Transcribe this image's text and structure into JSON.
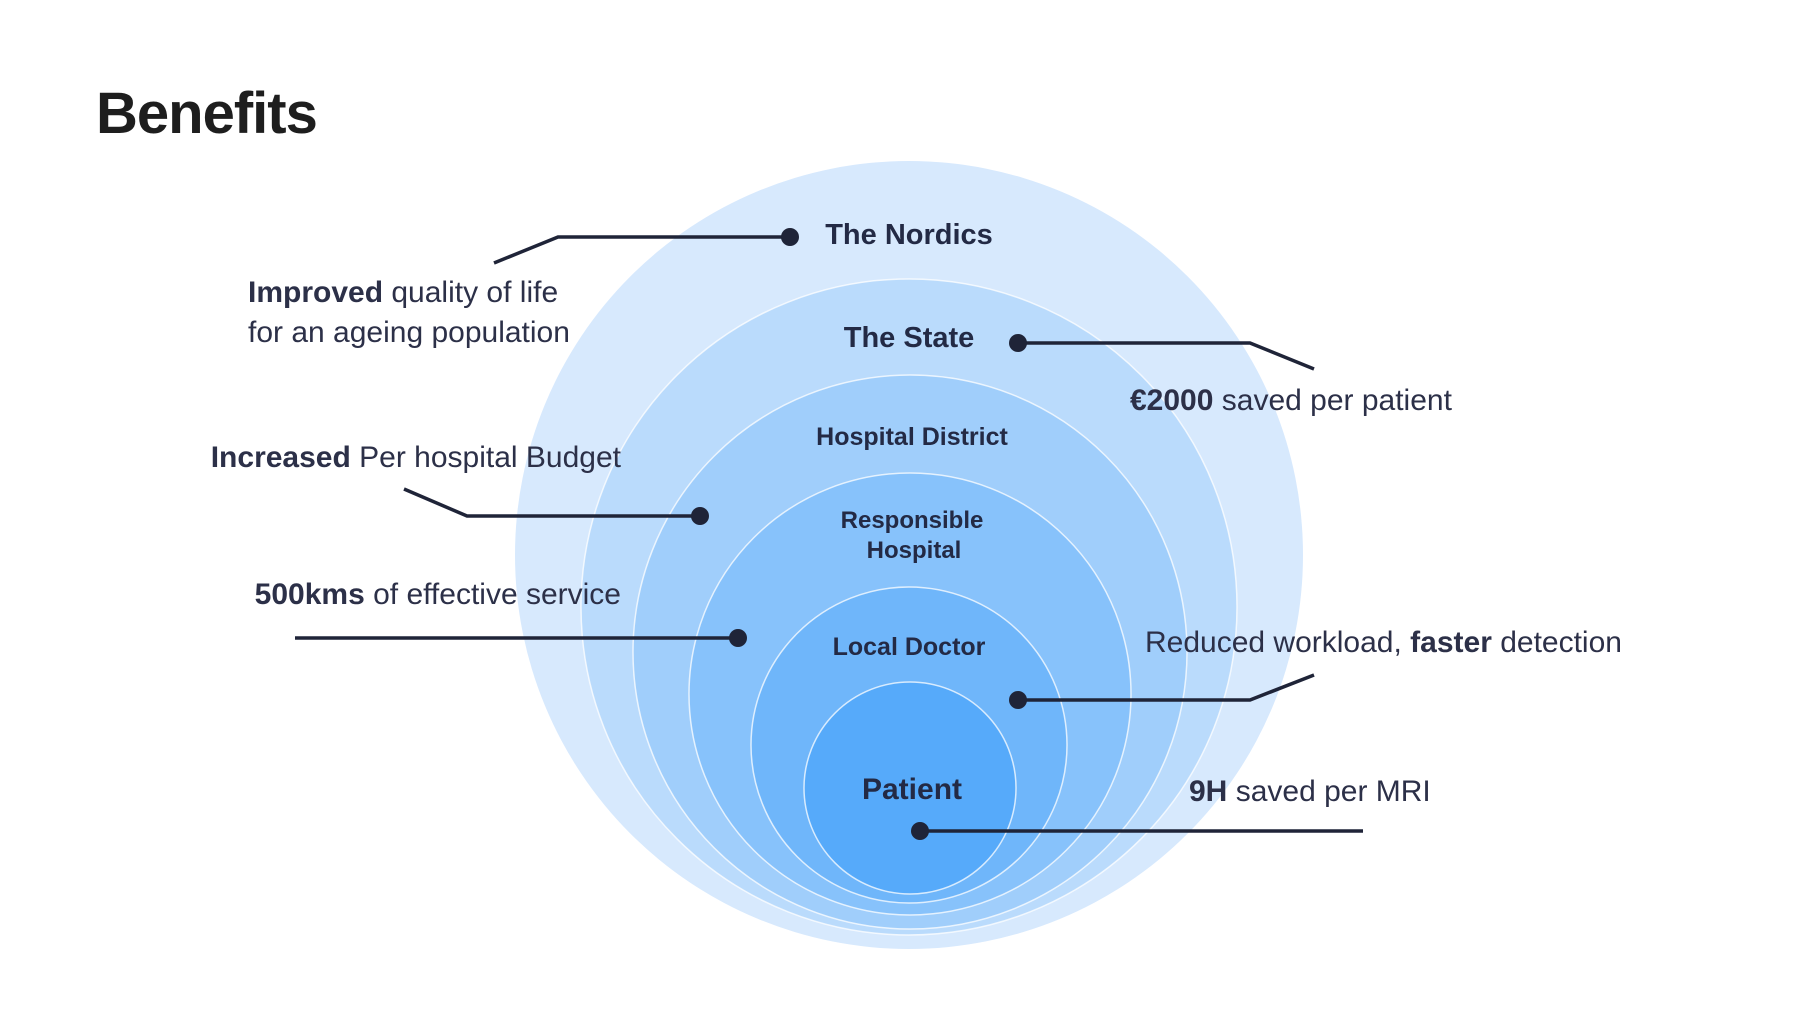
{
  "title": "Benefits",
  "rings": [
    {
      "label": "The Nordics",
      "color": "#d7e9fd"
    },
    {
      "label": "The State",
      "color": "#badbfc"
    },
    {
      "label": "Hospital District",
      "color": "#a0cefb"
    },
    {
      "label_line1": "Responsible",
      "label_line2": "Hospital",
      "color": "#87c2fb"
    },
    {
      "label": "Local Doctor",
      "color": "#6fb6fa"
    },
    {
      "label": "Patient",
      "color": "#56aafa"
    }
  ],
  "benefits": {
    "nordics": {
      "bold": "Improved",
      "rest": " quality of life",
      "line2": "for an ageing population"
    },
    "state": {
      "bold": "€2000",
      "rest": " saved per patient"
    },
    "district": {
      "bold": "Increased",
      "rest": " Per hospital Budget"
    },
    "responsible": {
      "bold": "500kms",
      "rest": " of effective service"
    },
    "local_doctor": {
      "pre": "Reduced workload, ",
      "bold": "faster",
      "rest": " detection"
    },
    "patient": {
      "bold": "9H",
      "rest": " saved per MRI"
    }
  }
}
